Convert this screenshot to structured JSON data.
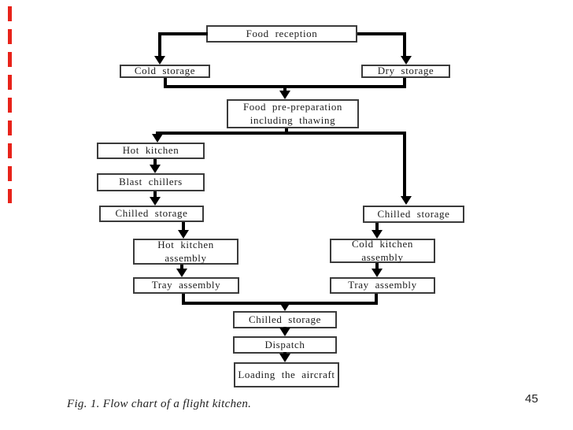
{
  "page": {
    "caption": "Fig. 1. Flow chart of a flight kitchen.",
    "page_number": "45",
    "accent_color": "#e8231a",
    "line_color": "#000000",
    "box_border_color": "#3b3b3b",
    "background_color": "#ffffff"
  },
  "nodes": [
    {
      "id": "food-reception",
      "label": "Food reception"
    },
    {
      "id": "cold-storage",
      "label": "Cold storage"
    },
    {
      "id": "dry-storage",
      "label": "Dry storage"
    },
    {
      "id": "food-pre-preparation",
      "label": "Food pre-preparation\nincluding thawing"
    },
    {
      "id": "hot-kitchen",
      "label": "Hot kitchen"
    },
    {
      "id": "blast-chillers",
      "label": "Blast chillers"
    },
    {
      "id": "chilled-storage-left",
      "label": "Chilled storage"
    },
    {
      "id": "hot-kitchen-assembly",
      "label": "Hot kitchen assembly"
    },
    {
      "id": "tray-assembly-left",
      "label": "Tray assembly"
    },
    {
      "id": "chilled-storage-right",
      "label": "Chilled storage"
    },
    {
      "id": "cold-kitchen-assembly",
      "label": "Cold kitchen assembly"
    },
    {
      "id": "tray-assembly-right",
      "label": "Tray assembly"
    },
    {
      "id": "chilled-storage-bottom",
      "label": "Chilled storage"
    },
    {
      "id": "dispatch",
      "label": "Dispatch"
    },
    {
      "id": "loading-the-aircraft",
      "label": "Loading the aircraft"
    }
  ],
  "edges": [
    {
      "from": "food-reception",
      "to": "cold-storage"
    },
    {
      "from": "food-reception",
      "to": "dry-storage"
    },
    {
      "from": "cold-storage",
      "to": "food-pre-preparation"
    },
    {
      "from": "dry-storage",
      "to": "food-pre-preparation"
    },
    {
      "from": "food-pre-preparation",
      "to": "hot-kitchen"
    },
    {
      "from": "food-pre-preparation",
      "to": "chilled-storage-right"
    },
    {
      "from": "hot-kitchen",
      "to": "blast-chillers"
    },
    {
      "from": "blast-chillers",
      "to": "chilled-storage-left"
    },
    {
      "from": "chilled-storage-left",
      "to": "hot-kitchen-assembly"
    },
    {
      "from": "hot-kitchen-assembly",
      "to": "tray-assembly-left"
    },
    {
      "from": "chilled-storage-right",
      "to": "cold-kitchen-assembly"
    },
    {
      "from": "cold-kitchen-assembly",
      "to": "tray-assembly-right"
    },
    {
      "from": "tray-assembly-left",
      "to": "chilled-storage-bottom"
    },
    {
      "from": "tray-assembly-right",
      "to": "chilled-storage-bottom"
    },
    {
      "from": "chilled-storage-bottom",
      "to": "dispatch"
    },
    {
      "from": "dispatch",
      "to": "loading-the-aircraft"
    }
  ]
}
